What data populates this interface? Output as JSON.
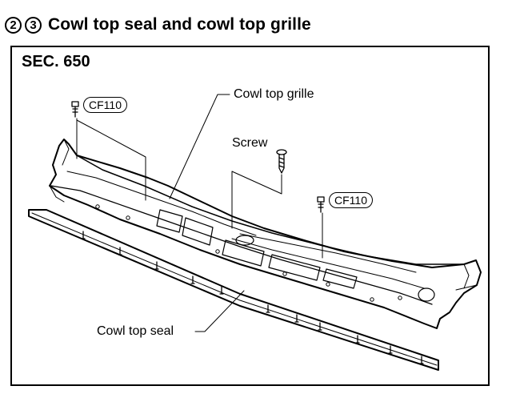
{
  "heading": {
    "num_a": "2",
    "num_b": "3",
    "title": "Cowl top seal and cowl top grille"
  },
  "diagram": {
    "section": "SEC. 650",
    "labels": {
      "cowl_top_grille": "Cowl top grille",
      "screw": "Screw",
      "cowl_top_seal": "Cowl top seal",
      "clip_left": "CF110",
      "clip_right": "CF110"
    }
  }
}
